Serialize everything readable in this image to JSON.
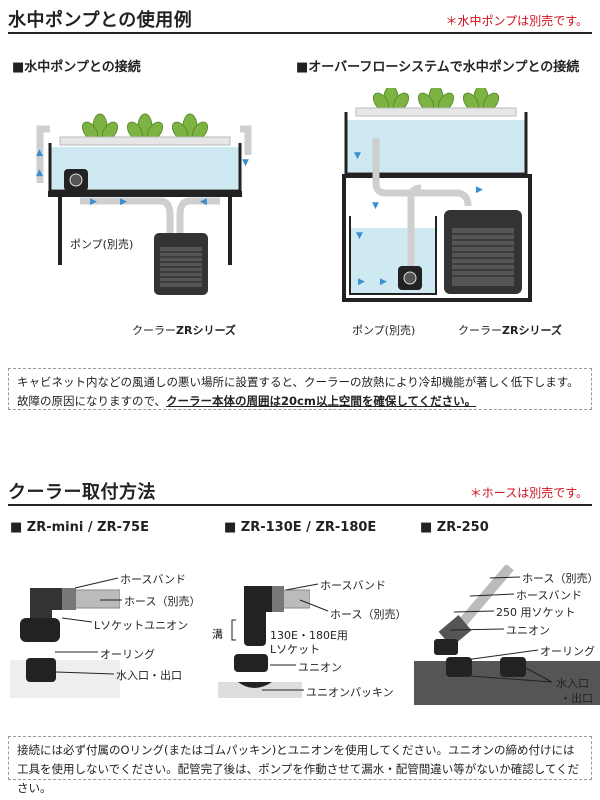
{
  "section1": {
    "title": "水中ポンプとの使用例",
    "note": "＊水中ポンプは別売です。",
    "left": {
      "heading": "■水中ポンプとの接続",
      "pump_label": "ポンプ(別売)",
      "cooler_prefix": "クーラー",
      "cooler_model": "ZRシリーズ"
    },
    "right": {
      "heading": "■オーバーフローシステムで水中ポンプとの接続",
      "pump_label": "ポンプ(別売)",
      "cooler_prefix": "クーラー",
      "cooler_model": "ZRシリーズ"
    },
    "warning": {
      "text1": "キャビネット内などの風通しの悪い場所に設置すると、クーラーの放熱により冷却機能が著しく低下します。故障の原因になりますので、",
      "bold": "クーラー本体の周囲は20cm以上空間を確保してください。"
    }
  },
  "section2": {
    "title": "クーラー取付方法",
    "note": "＊ホースは別売です。",
    "models": [
      {
        "heading": "■ ZR-mini / ZR-75E",
        "labels": [
          "ホースバンド",
          "ホース（別売）",
          "Lソケットユニオン",
          "オーリング",
          "水入口・出口"
        ]
      },
      {
        "heading": "■ ZR-130E / ZR-180E",
        "labels": [
          "ホースバンド",
          "ホース（別売）",
          "溝",
          "130E・180E用",
          "Lソケット",
          "ユニオン",
          "ユニオンパッキン"
        ]
      },
      {
        "heading": "■ ZR-250",
        "labels": [
          "ホース（別売）",
          "ホースバンド",
          "250 用ソケット",
          "ユニオン",
          "オーリング",
          "水入口",
          "・出口"
        ]
      }
    ],
    "footer": "接続には必ず付属のOリング(またはゴムパッキン)とユニオンを使用してください。ユニオンの締め付けには工具を使用しないでください。配管完了後は、ポンプを作動させて漏水・配管間違い等がないか確認してください。"
  }
}
